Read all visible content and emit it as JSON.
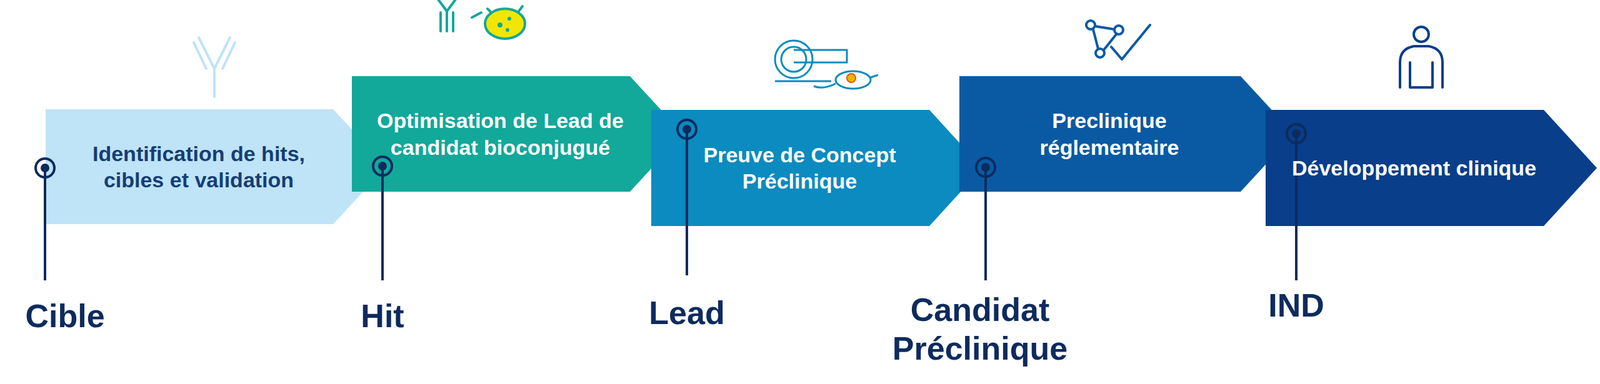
{
  "diagram": {
    "nodes": [
      {
        "text": [
          "Identification de hits, cibles et validation"
        ]
      },
      {
        "text": [
          "Optimisation de Lead de candidat bioconjugué"
        ]
      },
      {
        "text": [
          "Preuve de Concept Préclinique"
        ]
      },
      {
        "text": [
          "Preclinique réglementaire"
        ]
      },
      {
        "text": [
          "Développement clinique"
        ]
      }
    ],
    "labels": [
      "Cible",
      "Hit",
      "Lead",
      "Candidat Préclinique",
      "IND"
    ]
  }
}
